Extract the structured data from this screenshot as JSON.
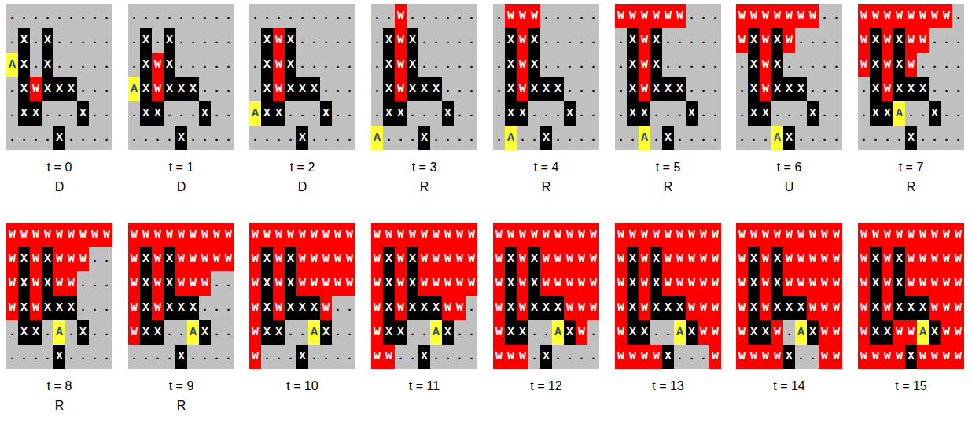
{
  "diagram": {
    "labels": [
      ".........",
      ".X.X.....",
      "AX.X.....",
      ".XWXXX...",
      ".XX...X..",
      "....X....",
      "t = 0",
      "D",
      ".........",
      ".X.X.....",
      ".XWX.....",
      "AXWXXX...",
      ".XX...X..",
      "....X....",
      "t = 1",
      "D",
      ".........",
      ".XWX.....",
      ".XWX.....",
      ".XWXXX...",
      "AXX...X..",
      "....X....",
      "t = 2",
      "D",
      "..W......",
      ".XWX.....",
      ".XWX.....",
      ".XWXXX...",
      ".XX...X..",
      "A...X....",
      "t = 3",
      "R",
      ".WWW.....",
      ".XWX.....",
      ".XWX.....",
      ".XWXXX...",
      ".XX...X..",
      ".A..X....",
      "t = 4",
      "R",
      "WWWWWW...",
      ".XWX.....",
      ".XWX.....",
      ".XWXXX...",
      ".XX...X..",
      "..A.X....",
      "t = 5",
      "R",
      "WWWWWWW..",
      "WXWXW....",
      ".XWX.....",
      ".XWXXX...",
      ".XX...X..",
      "...AX....",
      "t = 6",
      "U",
      "WWWWWWWW.",
      "WXWXWW...",
      "WXWXW....",
      ".XWXXX...",
      ".XXA..X..",
      "....X....",
      "t = 7",
      "R",
      "WWWWWWWWW",
      "WXWXWWW..",
      "WXWXWW...",
      "WXWXXX...",
      ".XX.A.X..",
      "....X....",
      "t = 8",
      "R",
      "WWWWWWWWW",
      "WXWXWWWWW",
      "WXWXWWW..",
      "WXWXXX...",
      "WXX..AX..",
      "....X....",
      "t = 9",
      "R",
      "WWWWWWWWW",
      "WXWXWWWWW",
      "WXWXWWWWW",
      "WXWXXXW..",
      "WXX..AX..",
      "W...X....",
      "t = 10",
      "WWWWWWWWW",
      "WXWXWWWWW",
      "WXWXWWWWW",
      "WXWXXXWW.",
      "WXX..AX..",
      "WW..X....",
      "t = 11",
      "WWWWWWWWW",
      "WXWXWWWWW",
      "WXWXWWWWW",
      "WXWXXXWWW",
      "WXX..AXW.",
      "WWW.X....",
      "t = 12",
      "WWWWWWWWW",
      "WXWXWWWWW",
      "WXWXWWWWW",
      "WXWXXXWWW",
      "WXX..AXWW",
      "WWWWX...W",
      "t = 13",
      "WWWWWWWWW",
      "WXWXWWWWW",
      "WXWXWWWWW",
      "WXWXXXWWW",
      "WXXW.AXWW",
      "WWWWX..WW",
      "t = 14",
      "WWWWWWWWW",
      "WXWXWWWWW",
      "WXWXWWWWW",
      "WXWXXXWWW",
      "WXXWWAXWW",
      "WWWWXWWWW",
      "t = 15"
    ]
  }
}
